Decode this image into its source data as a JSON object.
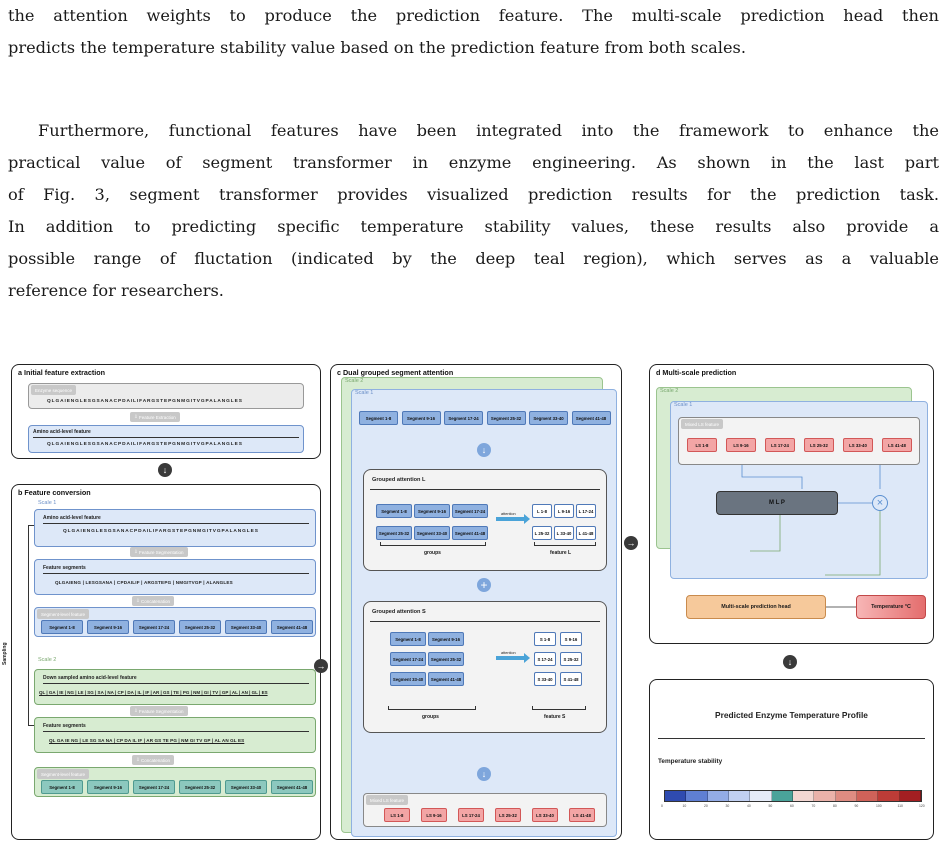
{
  "paragraph1": {
    "lines": [
      "the attention weights to produce the prediction feature. The multi-scale prediction head then",
      "predicts the temperature stability value based on the prediction feature from both scales."
    ]
  },
  "paragraph2": {
    "lines": [
      "Furthermore, functional features have been integrated into the framework to enhance the",
      "practical value of segment transformer in enzyme engineering.  As shown in the last part",
      "of Fig. 3, segment transformer provides visualized prediction results for the prediction task.",
      "In addition to predicting specific temperature stability values, these results also provide a",
      "possible range of fluctation (indicated by the deep teal region), which serves as a valuable",
      "reference for researchers."
    ]
  },
  "figure": {
    "panel_a": {
      "title": "a Initial feature extraction",
      "enzyme_label": "Enzyme sequence",
      "enzyme_seq": "QLGAIENGLESGSANACPDAILIFARGSTEPGNMGITVGPALANGLES",
      "feature_extraction": "Feature Extraction",
      "amino_label": "Amino acid-level feature",
      "amino_seq": "QLGAIENGLESGSANACPDAILIFARGSTEPGNMGITVGPALANGLES"
    },
    "panel_b": {
      "title": "b Feature conversion",
      "scale1": "Scale 1",
      "amino_label": "Amino acid-level feature",
      "amino_seq": "QLGAIENGLESGSANACPDAILIFARGSTEPGNMGITVGPALANGLES",
      "feature_segmentation": "Feature Segmentation",
      "segments_label": "Feature segments",
      "segments_text": "QLGAIENG  |  LESGSANA  |  CPDAILIF  |  ARGSTEPG  |  NMGITVGP  |  ALANGLES",
      "concatenation": "Concatenation",
      "segment_level": "Segment-level feature",
      "s1_segments": [
        "Segment 1-8",
        "Segment 9-16",
        "Segment 17-24",
        "Segment 25-32",
        "Segment 33-40",
        "Segment 41-48"
      ],
      "sampling": "Sampling",
      "scale2": "Scale 2",
      "down_label": "Down sampled amino acid-level feature",
      "down_seq": "QL | GA | IE | NG | LE | SG | SA | NA | CP | DA | IL | IF | AR | GS | TE | PG | NM | GI | TV | GP | AL | AN | GL | ES",
      "feature_segmentation2": "Feature Segmentation",
      "segments_label2": "Feature segments",
      "segments_text2": "QL GA IE NG  |  LE SG SA NA  |  CP DA IL IF  |  AR GS TE PG  |  NM GI TV GP  |  AL AN GL ES",
      "concatenation2": "Concatenation",
      "segment_level2": "Segment-level feature",
      "s2_segments": [
        "Segment 1-8",
        "Segment 9-16",
        "Segment 17-24",
        "Segment 25-32",
        "Segment 33-40",
        "Segment 41-48"
      ]
    },
    "panel_c": {
      "title": "c Dual grouped segment attention",
      "scale2": "Scale 2",
      "scale1": "Scale 1",
      "top_segments": [
        "Segment 1-8",
        "Segment 9-16",
        "Segment 17-24",
        "Segment 25-32",
        "Segment 33-40",
        "Segment 41-48"
      ],
      "attn_L_title": "Grouped attention L",
      "attn_L_groups": [
        "Segment 1-8",
        "Segment 9-16",
        "Segment 17-24",
        "Segment 25-32",
        "Segment 33-40",
        "Segment 41-48"
      ],
      "attn_L_features": [
        "L 1-8",
        "L 9-16",
        "L 17-24",
        "L 25-32",
        "L 33-40",
        "L 41-48"
      ],
      "attention": "attention",
      "groups": "groups",
      "feature_L": "feature L",
      "attn_S_title": "Grouped attention S",
      "attn_S_groups": [
        "Segment 1-8",
        "Segment 9-16",
        "Segment 17-24",
        "Segment 25-32",
        "Segment 33-40",
        "Segment 41-48"
      ],
      "attn_S_features": [
        "S 1-8",
        "S 9-16",
        "S 17-24",
        "S 25-32",
        "S 33-40",
        "S 41-48"
      ],
      "feature_S": "feature S",
      "mixed_label": "Mixed LS feature",
      "mixed": [
        "LS 1-8",
        "LS 9-16",
        "LS 17-24",
        "LS 25-32",
        "LS 33-40",
        "LS 41-48"
      ]
    },
    "panel_d": {
      "title": "d Multi-scale prediction",
      "scale2": "Scale 2",
      "scale1": "Scale 1",
      "mixed_label": "Mixed LS feature",
      "mixed": [
        "LS 1-8",
        "LS 9-16",
        "LS 17-24",
        "LS 25-32",
        "LS 33-40",
        "LS 41-48"
      ],
      "mlp": "M  L  P",
      "head": "Multi-scale prediction head",
      "temperature": "Temperature °C"
    },
    "panel_e": {
      "title": "Predicted Enzyme Temperature Profile",
      "stability": "Temperature stability",
      "bar_ticks": [
        "0",
        "10",
        "20",
        "30",
        "40",
        "50",
        "60",
        "70",
        "80",
        "90",
        "100",
        "110",
        "120"
      ],
      "bar_colors": [
        "#2f4bb0",
        "#5f7fd3",
        "#93ace6",
        "#c1d0f1",
        "#e6ecf8",
        "#4aa39a",
        "#f3d7d2",
        "#eab2aa",
        "#de8c82",
        "#cf6259",
        "#bd3c37",
        "#a31f22"
      ]
    }
  }
}
